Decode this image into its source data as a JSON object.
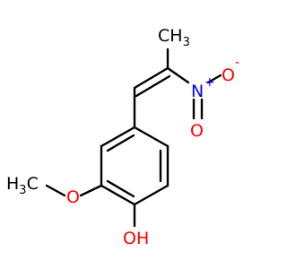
{
  "molecule": {
    "labels": {
      "methyl_top": {
        "main": "CH",
        "sub": "3"
      },
      "nitro_n": {
        "main": "N",
        "charge": "+"
      },
      "nitro_o_right": {
        "main": "O",
        "charge": "-"
      },
      "nitro_o_bottom": {
        "main": "O"
      },
      "ether_o": {
        "main": "O"
      },
      "methoxy_methyl": {
        "main": "H",
        "sub": "3",
        "tail": "C"
      },
      "hydroxyl": {
        "main": "OH"
      }
    },
    "colors": {
      "carbon": "#000000",
      "nitrogen": "#0000ff",
      "oxygen": "#ff0000",
      "bond": "#000000"
    }
  }
}
